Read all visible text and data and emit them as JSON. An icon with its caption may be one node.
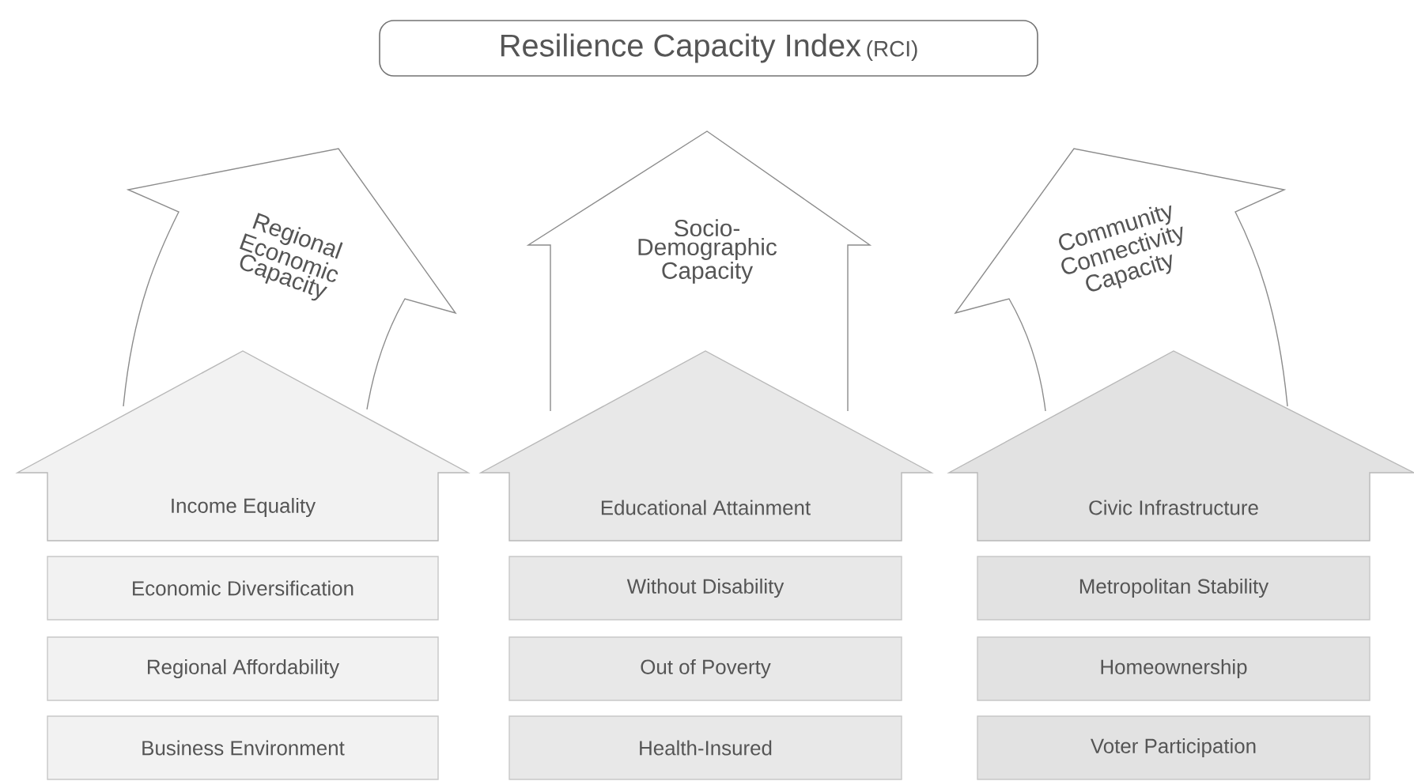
{
  "diagram": {
    "nodes": [
      {
        "text": [
          "Resilience Capacity Index",
          "(RCI)"
        ]
      },
      {
        "text": [
          "Regional Economic Capacity"
        ]
      },
      {
        "text": [
          "Socio-Demographic Capacity"
        ]
      },
      {
        "text": [
          "Community Connectivity Capacity"
        ]
      },
      {
        "text": [
          "Income Equality"
        ]
      },
      {
        "text": [
          "Educational Attainment"
        ]
      },
      {
        "text": [
          "Civic Infrastructure"
        ]
      },
      {
        "text": [
          "Economic Diversification"
        ]
      },
      {
        "text": [
          "Without Disability"
        ]
      },
      {
        "text": [
          "Metropolitan Stability"
        ]
      },
      {
        "text": [
          "Regional Affordability"
        ]
      },
      {
        "text": [
          "Out of Poverty"
        ]
      },
      {
        "text": [
          "Homeownership"
        ]
      },
      {
        "text": [
          "Business Environment"
        ]
      },
      {
        "text": [
          "Health-Insured"
        ]
      },
      {
        "text": [
          "Voter Participation"
        ]
      }
    ]
  }
}
